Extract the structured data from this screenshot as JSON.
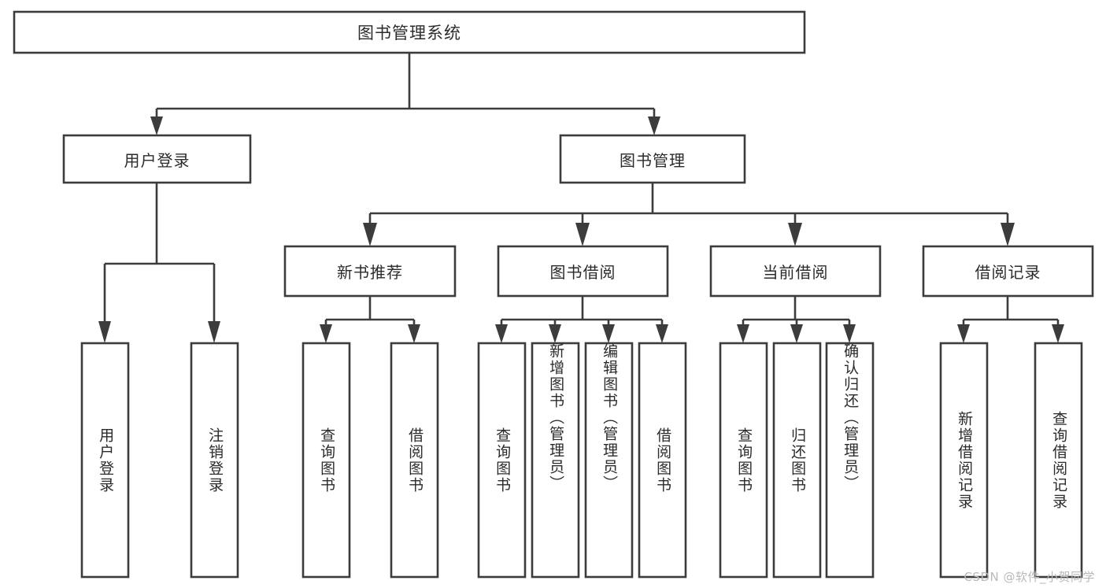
{
  "diagram": {
    "type": "tree",
    "title": "图书管理系统",
    "watermark": "CSDN @软件_小贺同学",
    "colors": {
      "stroke": "#3c3c3c",
      "box_fill": "#ffffff",
      "text": "#2b2b2b",
      "watermark": "#b9b9b9",
      "background": "#ffffff"
    },
    "root": {
      "label": "图书管理系统"
    },
    "level2": [
      {
        "label": "用户登录"
      },
      {
        "label": "图书管理"
      }
    ],
    "level3": [
      {
        "label": "新书推荐"
      },
      {
        "label": "图书借阅"
      },
      {
        "label": "当前借阅"
      },
      {
        "label": "借阅记录"
      }
    ],
    "leaves": {
      "user_login": [
        {
          "label": "用户登录"
        },
        {
          "label": "注销登录"
        }
      ],
      "new_book_recommend": [
        {
          "label": "查询图书"
        },
        {
          "label": "借阅图书"
        }
      ],
      "book_borrow": [
        {
          "label": "查询图书"
        },
        {
          "label": "新增图书（管理员）"
        },
        {
          "label": "编辑图书（管理员）"
        },
        {
          "label": "借阅图书"
        }
      ],
      "current_borrow": [
        {
          "label": "查询图书"
        },
        {
          "label": "归还图书"
        },
        {
          "label": "确认归还（管理员）"
        }
      ],
      "borrow_record": [
        {
          "label": "新增借阅记录"
        },
        {
          "label": "查询借阅记录"
        }
      ]
    }
  }
}
